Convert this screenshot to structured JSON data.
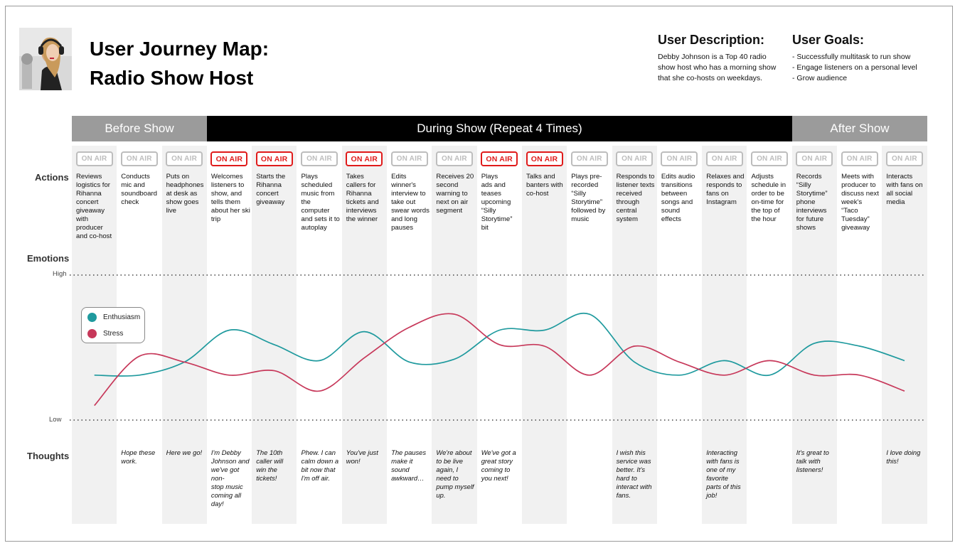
{
  "colors": {
    "enthusiasm": "#1f9a9e",
    "stress": "#c7385a",
    "on_air": "#e01b1b",
    "off_air": "#bdbdbd"
  },
  "title": {
    "line1": "User Journey Map:",
    "line2": "Radio Show Host"
  },
  "user_description": {
    "heading": "User Description:",
    "lines": [
      "Debby Johnson is a Top 40 radio",
      "show host who has a morning show",
      "that she co-hosts on weekdays."
    ]
  },
  "user_goals": {
    "heading": "User Goals:",
    "lines": [
      "- Successfully multitask to run show",
      "- Engage listeners on a personal level",
      "- Grow audience"
    ]
  },
  "phases": {
    "before": "Before Show",
    "during": "During Show (Repeat 4 Times)",
    "after": "After Show"
  },
  "labels": {
    "actions": "Actions",
    "emotions": "Emotions",
    "thoughts": "Thoughts",
    "high": "High",
    "low": "Low"
  },
  "legend": {
    "enthusiasm": "Enthusiasm",
    "stress": "Stress"
  },
  "badge_text": "ON AIR",
  "steps": [
    {
      "on_air": false,
      "action": [
        "Reviews",
        "logistics for",
        "Rihanna",
        "concert",
        "giveaway",
        "with",
        "producer",
        "and co-host"
      ],
      "thought": []
    },
    {
      "on_air": false,
      "action": [
        "Conducts",
        "mic and",
        "soundboard",
        "check"
      ],
      "thought": [
        "Hope these",
        "work."
      ]
    },
    {
      "on_air": false,
      "action": [
        "Puts on",
        "headphones",
        "at desk as",
        "show goes",
        "live"
      ],
      "thought": [
        "Here we go!"
      ]
    },
    {
      "on_air": true,
      "action": [
        "Welcomes",
        "listeners to",
        "show, and",
        "tells them",
        "about her ski",
        "trip"
      ],
      "thought": [
        "I'm Debby",
        "Johnson and",
        "we've got",
        "non-",
        "stop music",
        "coming all",
        "day!"
      ]
    },
    {
      "on_air": true,
      "action": [
        "Starts the",
        "Rihanna",
        "concert",
        "giveaway"
      ],
      "thought": [
        "The 10th",
        "caller will",
        "win the",
        "tickets!"
      ]
    },
    {
      "on_air": false,
      "action": [
        "Plays",
        "scheduled",
        "music from",
        "the",
        "computer",
        "and sets it to",
        "autoplay"
      ],
      "thought": [
        "Phew. I can",
        "calm down a",
        "bit now that",
        "I'm off air."
      ]
    },
    {
      "on_air": true,
      "action": [
        "Takes",
        "callers for",
        "Rihanna",
        "tickets and",
        "interviews",
        "the winner"
      ],
      "thought": [
        "You've just",
        "won!"
      ]
    },
    {
      "on_air": false,
      "action": [
        "Edits",
        "winner's",
        "interview to",
        "take out",
        "swear words",
        "and long",
        "pauses"
      ],
      "thought": [
        "The pauses",
        "make it",
        "sound",
        "awkward…"
      ]
    },
    {
      "on_air": false,
      "action": [
        "Receives 20",
        "second",
        "warning to",
        "next on air",
        "segment"
      ],
      "thought": [
        "We're about",
        "to be live",
        "again, I",
        "need to",
        "pump myself",
        "up."
      ]
    },
    {
      "on_air": true,
      "action": [
        "Plays",
        "ads and",
        "teases",
        "upcoming",
        "“Silly",
        "Storytime”",
        "bit"
      ],
      "thought": [
        "We've got a",
        "great story",
        "coming to",
        "you next!"
      ]
    },
    {
      "on_air": true,
      "action": [
        "Talks and",
        "banters with",
        "co-host"
      ],
      "thought": []
    },
    {
      "on_air": false,
      "action": [
        "Plays pre-",
        "recorded",
        "“Silly",
        "Storytime”",
        "followed by",
        "music"
      ],
      "thought": []
    },
    {
      "on_air": false,
      "action": [
        "Responds to",
        "listener texts",
        "received",
        "through",
        "central",
        "system"
      ],
      "thought": [
        "I wish this",
        "service was",
        "better. It's",
        "hard to",
        "interact with",
        "fans."
      ]
    },
    {
      "on_air": false,
      "action": [
        "Edits audio",
        "transitions",
        "between",
        "songs and",
        "sound",
        "effects"
      ],
      "thought": []
    },
    {
      "on_air": false,
      "action": [
        "Relaxes and",
        "responds to",
        "fans on",
        "Instagram"
      ],
      "thought": [
        "Interacting",
        "with fans is",
        "one of my",
        "favorite",
        "parts of this",
        "job!"
      ]
    },
    {
      "on_air": false,
      "action": [
        "Adjusts",
        "schedule in",
        "order to be",
        "on-time for",
        "the top of",
        "the hour"
      ],
      "thought": []
    },
    {
      "on_air": false,
      "action": [
        "Records",
        "“Silly",
        "Storytime”",
        "phone",
        "interviews",
        "for future",
        "shows"
      ],
      "thought": [
        "It's great to",
        "talk with",
        "listeners!"
      ]
    },
    {
      "on_air": false,
      "action": [
        "Meets with",
        "producer to",
        "discuss next",
        "week's",
        "“Taco",
        "Tuesday”",
        "giveaway"
      ],
      "thought": []
    },
    {
      "on_air": false,
      "action": [
        "Interacts",
        "with fans on",
        "all social",
        "media"
      ],
      "thought": [
        "I love doing",
        "this!"
      ]
    }
  ],
  "chart_data": {
    "type": "line",
    "x": [
      1,
      2,
      3,
      4,
      5,
      6,
      7,
      8,
      9,
      10,
      11,
      12,
      13,
      14,
      15,
      16,
      17,
      18,
      19
    ],
    "ylabel": "Emotions",
    "ylim": [
      0,
      1
    ],
    "yticks": [
      "Low",
      "High"
    ],
    "series": [
      {
        "name": "Enthusiasm",
        "values": [
          0.31,
          0.31,
          0.4,
          0.62,
          0.52,
          0.41,
          0.61,
          0.4,
          0.42,
          0.62,
          0.62,
          0.73,
          0.4,
          0.31,
          0.41,
          0.31,
          0.53,
          0.51,
          0.41
        ]
      },
      {
        "name": "Stress",
        "values": [
          0.1,
          0.44,
          0.4,
          0.31,
          0.34,
          0.2,
          0.43,
          0.64,
          0.73,
          0.52,
          0.51,
          0.31,
          0.51,
          0.4,
          0.31,
          0.41,
          0.31,
          0.31,
          0.2
        ]
      }
    ]
  }
}
